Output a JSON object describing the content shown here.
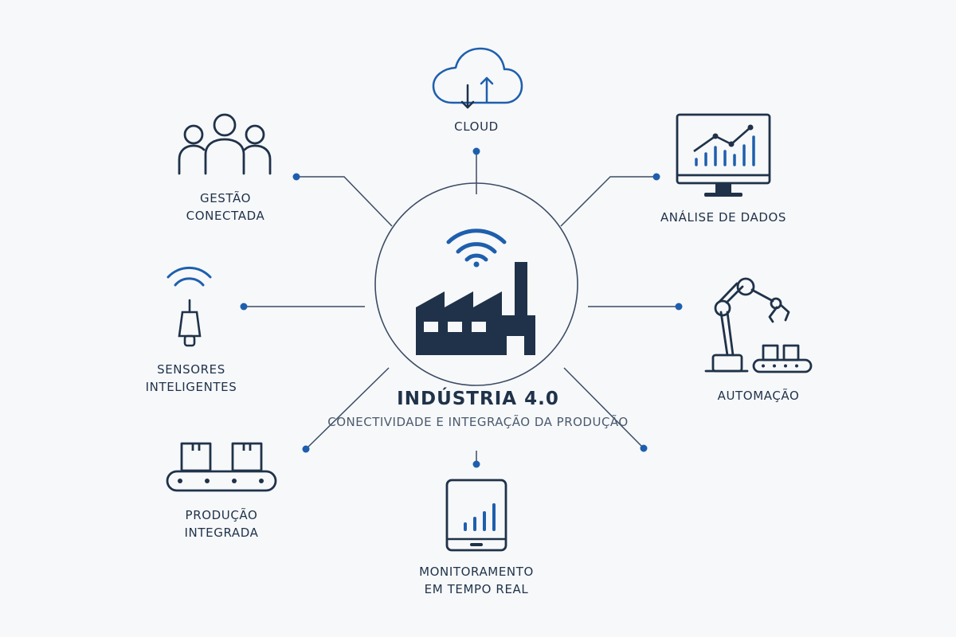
{
  "colors": {
    "navy": "#1f3249",
    "blue": "#1e5fad",
    "line": "#3b4c63",
    "background": "#f7f8fa",
    "subtitle": "#4a5a6e"
  },
  "center": {
    "title": "INDÚSTRIA 4.0",
    "subtitle": [
      "CONECTIVIDADE E INTEGRAÇÃO",
      "DA PRODUÇÃO"
    ],
    "icons": [
      "factory-icon",
      "wifi-icon"
    ]
  },
  "nodes": [
    {
      "key": "cloud",
      "icon": "cloud-sync-icon",
      "label": [
        "CLOUD"
      ]
    },
    {
      "key": "analise",
      "icon": "monitor-chart-icon",
      "label": [
        "ANÁLISE DE DADOS"
      ]
    },
    {
      "key": "automacao",
      "icon": "robotic-arm-icon",
      "label": [
        "AUTOMAÇÃO"
      ]
    },
    {
      "key": "monitoramento",
      "icon": "tablet-chart-icon",
      "label": [
        "MONITORAMENTO",
        "EM TEMPO REAL"
      ]
    },
    {
      "key": "producao",
      "icon": "conveyor-icon",
      "label": [
        "PRODUÇÃO",
        "INTEGRADA"
      ]
    },
    {
      "key": "sensores",
      "icon": "smart-sensor-icon",
      "label": [
        "SENSORES",
        "INTELIGENTES"
      ]
    },
    {
      "key": "gestao",
      "icon": "people-icon",
      "label": [
        "GESTÃO",
        "CONECTADA"
      ]
    }
  ]
}
